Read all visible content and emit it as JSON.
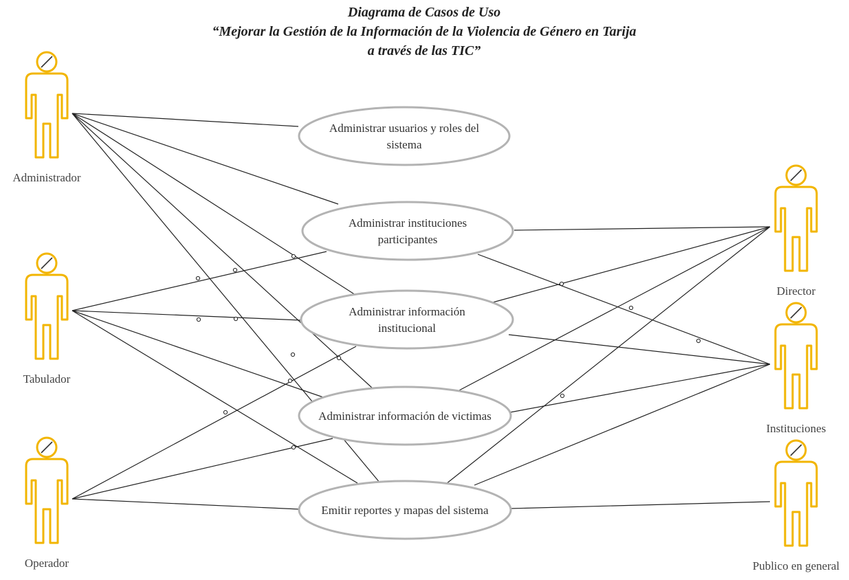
{
  "title": {
    "line1": "Diagrama de Casos de Uso",
    "line2": "“Mejorar la Gestión de la Información de la Violencia de Género en Tarija",
    "line3": "a través de las TIC”"
  },
  "actors": [
    {
      "id": "admin",
      "label": "Administrador"
    },
    {
      "id": "tab",
      "label": "Tabulador"
    },
    {
      "id": "oper",
      "label": "Operador"
    },
    {
      "id": "dir",
      "label": "Director"
    },
    {
      "id": "inst",
      "label": "Instituciones"
    },
    {
      "id": "pub",
      "label": "Publico en general"
    }
  ],
  "use_cases": [
    {
      "id": "uc1",
      "lines": [
        "Administrar usuarios y roles del",
        "sistema"
      ]
    },
    {
      "id": "uc2",
      "lines": [
        "Administrar instituciones",
        "participantes"
      ]
    },
    {
      "id": "uc3",
      "lines": [
        "Administrar información",
        "institucional"
      ]
    },
    {
      "id": "uc4",
      "lines": [
        "Administrar información de victimas"
      ]
    },
    {
      "id": "uc5",
      "lines": [
        "Emitir reportes y mapas del sistema"
      ]
    }
  ],
  "associations": [
    [
      "admin",
      "uc1"
    ],
    [
      "admin",
      "uc2"
    ],
    [
      "admin",
      "uc3"
    ],
    [
      "admin",
      "uc4"
    ],
    [
      "admin",
      "uc5"
    ],
    [
      "tab",
      "uc2"
    ],
    [
      "tab",
      "uc3"
    ],
    [
      "tab",
      "uc4"
    ],
    [
      "tab",
      "uc5"
    ],
    [
      "oper",
      "uc3"
    ],
    [
      "oper",
      "uc4"
    ],
    [
      "oper",
      "uc5"
    ],
    [
      "dir",
      "uc2"
    ],
    [
      "dir",
      "uc3"
    ],
    [
      "dir",
      "uc4"
    ],
    [
      "dir",
      "uc5"
    ],
    [
      "inst",
      "uc2"
    ],
    [
      "inst",
      "uc3"
    ],
    [
      "inst",
      "uc4"
    ],
    [
      "inst",
      "uc5"
    ],
    [
      "pub",
      "uc5"
    ]
  ],
  "colors": {
    "actor": "#f2b500",
    "use_case_border": "#b3b3b3",
    "line": "#222222"
  }
}
